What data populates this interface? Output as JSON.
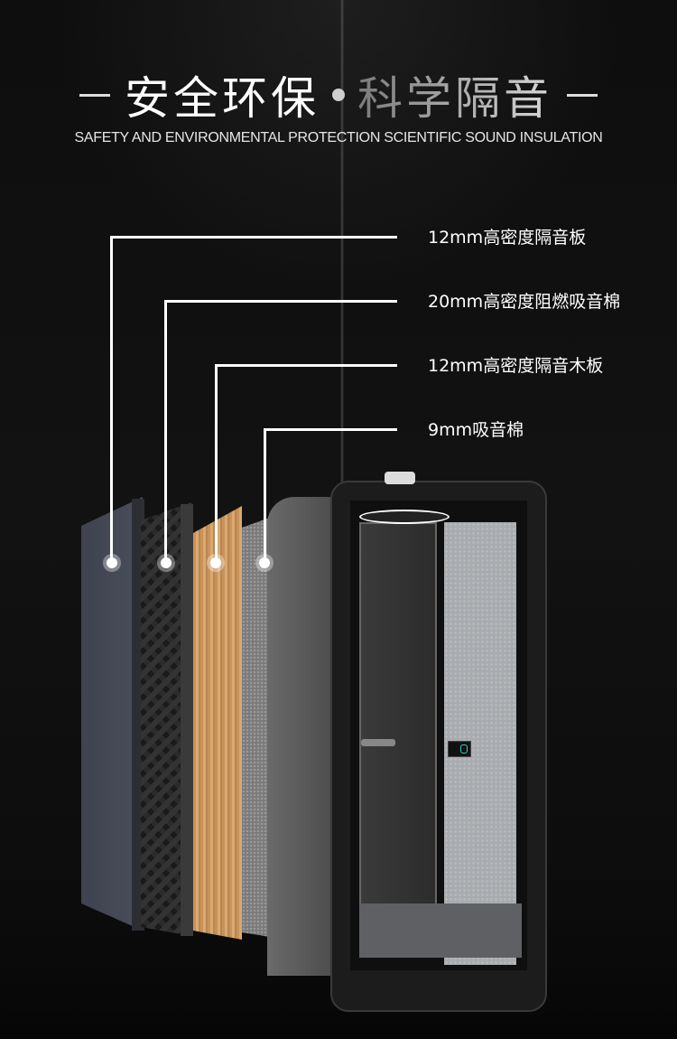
{
  "header": {
    "title_primary": "安全环保",
    "title_secondary": "科学隔音",
    "subtitle": "SAFETY AND ENVIRONMENTAL PROTECTION SCIENTIFIC SOUND INSULATION"
  },
  "layers": [
    {
      "label": "12mm高密度隔音板",
      "material": "dark-grey-panel",
      "color": "#454956"
    },
    {
      "label": "20mm高密度阻燃吸音棉",
      "material": "egg-crate-foam",
      "color": "#2a2a2a"
    },
    {
      "label": "12mm高密度隔音木板",
      "material": "wood-board",
      "color": "#cf9d63"
    },
    {
      "label": "9mm吸音棉",
      "material": "grey-acoustic-cotton",
      "color": "#8c8c8c"
    }
  ],
  "product": {
    "name": "soundproof-booth",
    "frame_color": "#1c1c1c",
    "accent_color": "#2ad0c8"
  },
  "colors": {
    "background": "#0c0c0c",
    "text": "#ffffff",
    "connector": "#ffffff"
  }
}
